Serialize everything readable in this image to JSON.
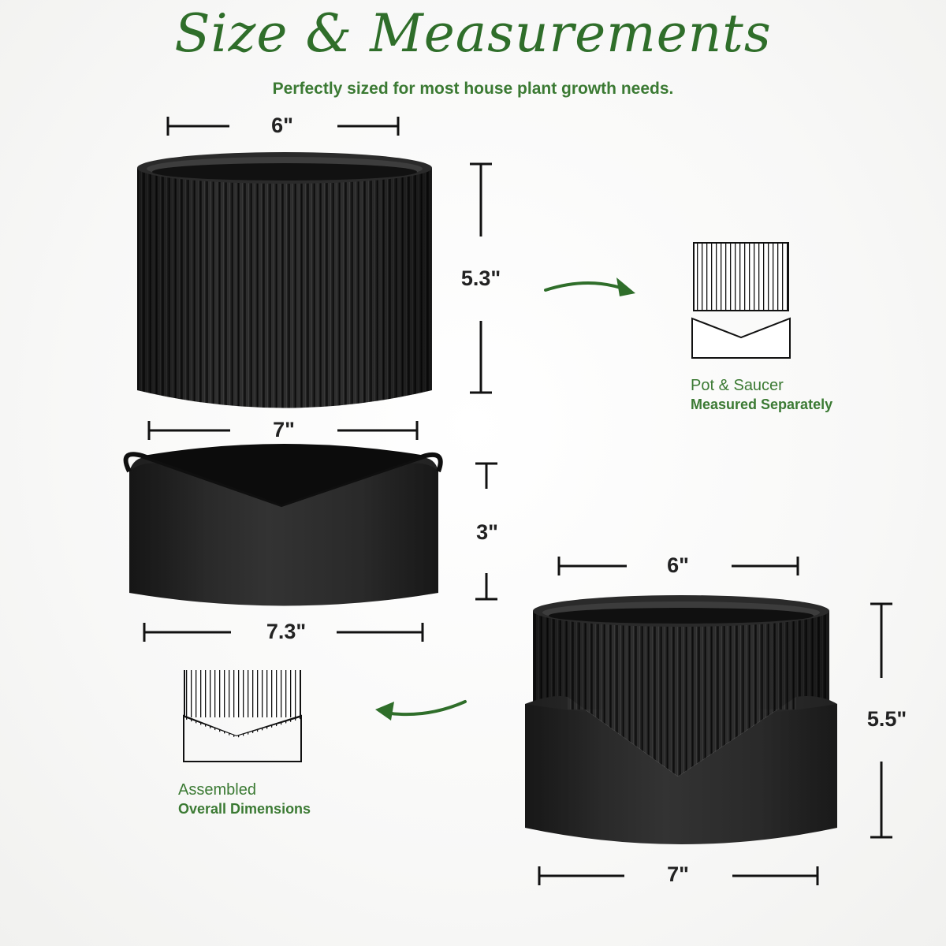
{
  "header": {
    "title": "Size & Measurements",
    "subtitle": "Perfectly sized for most house plant growth needs."
  },
  "pot": {
    "top_width": "6\"",
    "height": "5.3\""
  },
  "saucer": {
    "top_width": "7\"",
    "height": "3\"",
    "bottom_width": "7.3\""
  },
  "assembled": {
    "top_width": "6\"",
    "height": "5.5\"",
    "bottom_width": "7\""
  },
  "separate_caption": {
    "line1": "Pot & Saucer",
    "line2": "Measured Separately"
  },
  "assembled_caption": {
    "line1": "Assembled",
    "line2": "Overall Dimensions"
  },
  "colors": {
    "brand_green": "#2f6e2a",
    "pot_black": "#1c1c1c",
    "dimension_line": "#111111"
  }
}
